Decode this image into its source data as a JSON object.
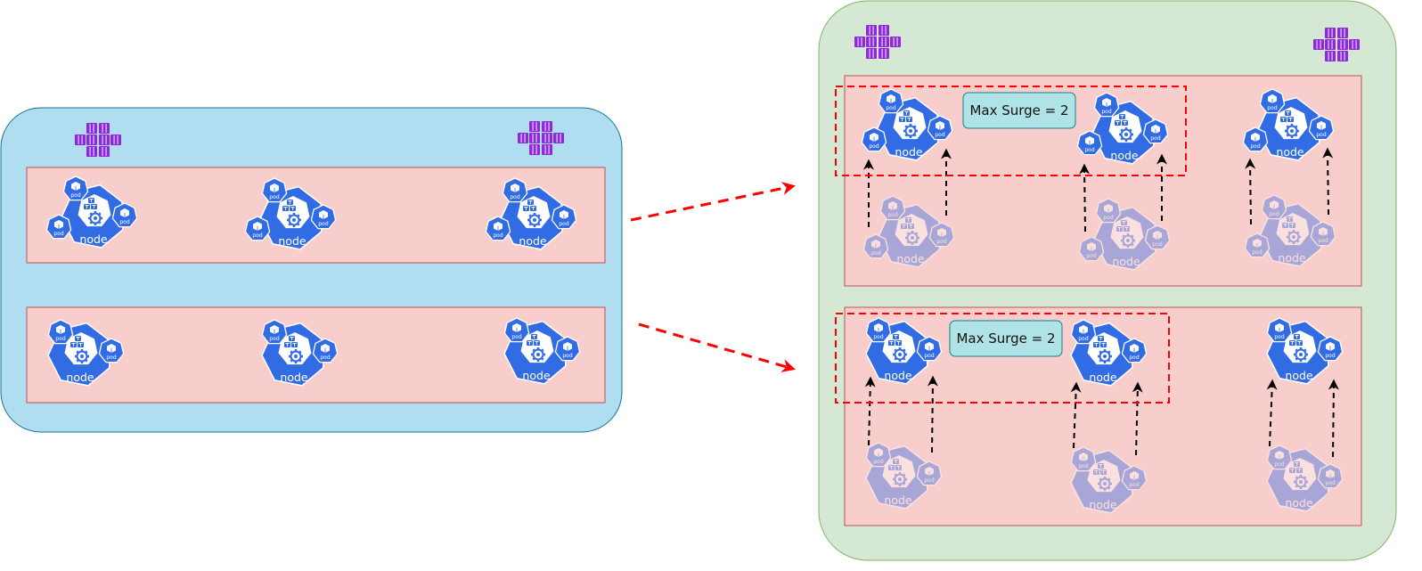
{
  "labels": {
    "node": "node",
    "pod": "pod",
    "max_surge": "Max Surge = 2"
  },
  "colors": {
    "old_cluster_fill": "#b1ddf0",
    "old_cluster_stroke": "#10739e",
    "new_cluster_fill": "#d5e8d4",
    "new_cluster_stroke": "#82b366",
    "pool_fill": "#f8cecc",
    "pool_stroke": "#b85450",
    "k8s_blue": "#326ce5",
    "surge_box_fill": "#b0e3e6",
    "surge_box_stroke": "#0e8088",
    "migration_arrow": "#ff0000",
    "surge_border": "#ff0000",
    "upgrade_arrow": "#000000",
    "vmss_purple": "#8c2ad8"
  },
  "icons": {
    "node": "kubernetes-node-icon",
    "pod": "kubernetes-pod-icon",
    "scale_set": "vm-scale-set-icon"
  },
  "diagram": {
    "old_cluster": {
      "node_pools": [
        {
          "nodes": [
            {
              "pods": 3
            },
            {
              "pods": 3
            },
            {
              "pods": 3
            }
          ]
        },
        {
          "nodes": [
            {
              "pods": 2
            },
            {
              "pods": 2
            },
            {
              "pods": 2
            }
          ]
        }
      ]
    },
    "new_cluster": {
      "node_pools": [
        {
          "surge_nodes": 2,
          "nodes": [
            {
              "pods": 3
            },
            {
              "pods": 3
            },
            {
              "pods": 3
            }
          ]
        },
        {
          "surge_nodes": 2,
          "nodes": [
            {
              "pods": 2
            },
            {
              "pods": 2
            },
            {
              "pods": 2
            }
          ]
        }
      ]
    }
  }
}
